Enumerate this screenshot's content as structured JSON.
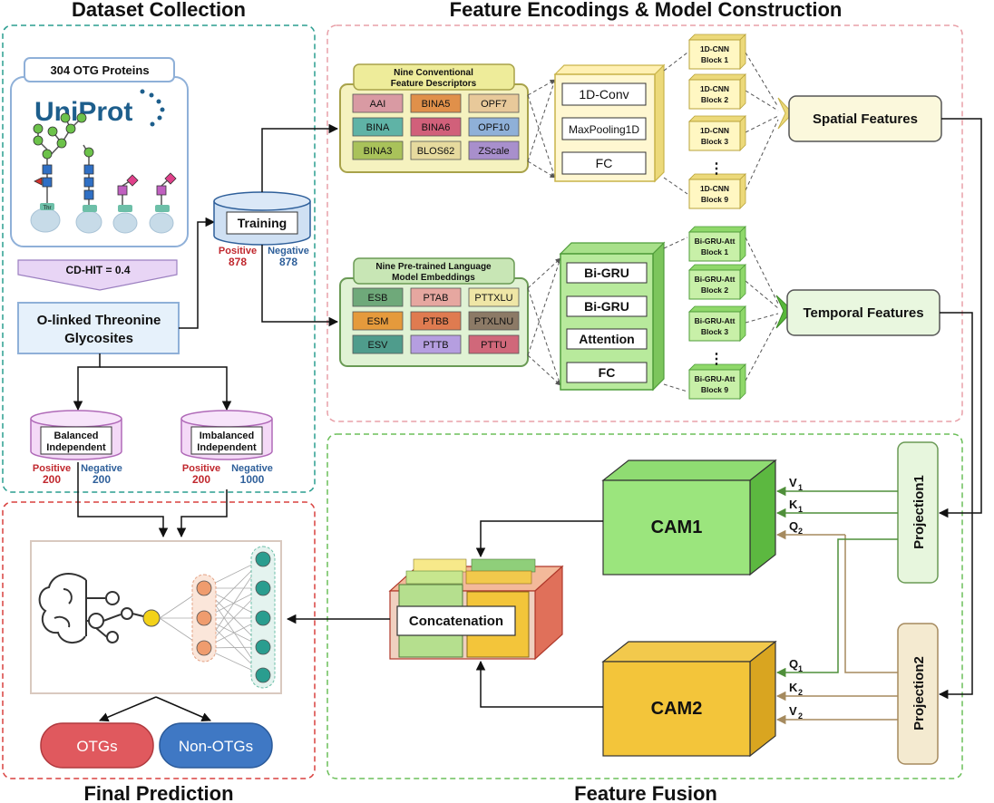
{
  "sections": {
    "dataset": "Dataset Collection",
    "encoding": "Feature Encodings & Model Construction",
    "prediction": "Final Prediction",
    "fusion": "Feature Fusion"
  },
  "dataset": {
    "proteins_label": "304 OTG Proteins",
    "uniprot_logo": "UniProt",
    "thr_label": "Thr",
    "cdhit_label": "CD-HIT = 0.4",
    "glycosites_line1": "O-linked Threonine",
    "glycosites_line2": "Glycosites"
  },
  "training": {
    "label": "Training",
    "positive_label": "Positive",
    "positive_count": "878",
    "negative_label": "Negative",
    "negative_count": "878"
  },
  "balanced": {
    "line1": "Balanced",
    "line2": "Independent",
    "positive_label": "Positive",
    "positive_count": "200",
    "negative_label": "Negative",
    "negative_count": "200"
  },
  "imbalanced": {
    "line1": "Imbalanced",
    "line2": "Independent",
    "positive_label": "Positive",
    "positive_count": "200",
    "negative_label": "Negative",
    "negative_count": "1000"
  },
  "conventional": {
    "title_line1": "Nine Conventional",
    "title_line2": "Feature Descriptors",
    "items": [
      {
        "label": "AAI",
        "color": "#d99aa3"
      },
      {
        "label": "BINA5",
        "color": "#e0904a"
      },
      {
        "label": "OPF7",
        "color": "#e8c99a"
      },
      {
        "label": "BINA",
        "color": "#5fb3a6"
      },
      {
        "label": "BINA6",
        "color": "#d1607a"
      },
      {
        "label": "OPF10",
        "color": "#8fb0d8"
      },
      {
        "label": "BINA3",
        "color": "#a9c25a"
      },
      {
        "label": "BLOS62",
        "color": "#e6da9e"
      },
      {
        "label": "ZScale",
        "color": "#a88fcc"
      }
    ]
  },
  "cnn": {
    "layers": [
      "1D-Conv",
      "MaxPooling1D",
      "FC"
    ],
    "blocks": [
      {
        "line1": "1D-CNN",
        "line2": "Block 1"
      },
      {
        "line1": "1D-CNN",
        "line2": "Block 2"
      },
      {
        "line1": "1D-CNN",
        "line2": "Block 3"
      },
      {
        "line1": "1D-CNN",
        "line2": "Block 9"
      }
    ],
    "output": "Spatial Features"
  },
  "language": {
    "title_line1": "Nine Pre-trained Language",
    "title_line2": "Model Embeddings",
    "items": [
      {
        "label": "ESB",
        "color": "#6fa97a"
      },
      {
        "label": "PTAB",
        "color": "#e6a7a0"
      },
      {
        "label": "PTTXLU",
        "color": "#efe6a6"
      },
      {
        "label": "ESM",
        "color": "#e59a3c"
      },
      {
        "label": "PTBB",
        "color": "#df7b50"
      },
      {
        "label": "PTXLNU",
        "color": "#8c7a66"
      },
      {
        "label": "ESV",
        "color": "#4f9c8c"
      },
      {
        "label": "PTTB",
        "color": "#b59ee0"
      },
      {
        "label": "PTTU",
        "color": "#d0687a"
      }
    ]
  },
  "gru": {
    "layers": [
      "Bi-GRU",
      "Bi-GRU",
      "Attention",
      "FC"
    ],
    "blocks": [
      {
        "line1": "Bi-GRU-Att",
        "line2": "Block 1"
      },
      {
        "line1": "Bi-GRU-Att",
        "line2": "Block 2"
      },
      {
        "line1": "Bi-GRU-Att",
        "line2": "Block 3"
      },
      {
        "line1": "Bi-GRU-Att",
        "line2": "Block 9"
      }
    ],
    "output": "Temporal Features"
  },
  "ellipsis": "⋮",
  "fusion": {
    "cam1": "CAM1",
    "cam2": "CAM2",
    "projection1": "Projection1",
    "projection2": "Projection2",
    "concat": "Concatenation",
    "cam1_inputs": [
      {
        "base": "V",
        "sub": "1"
      },
      {
        "base": "K",
        "sub": "1"
      },
      {
        "base": "Q",
        "sub": "2"
      }
    ],
    "cam2_inputs": [
      {
        "base": "Q",
        "sub": "1"
      },
      {
        "base": "K",
        "sub": "2"
      },
      {
        "base": "V",
        "sub": "2"
      }
    ]
  },
  "prediction": {
    "otg": "OTGs",
    "non_otg": "Non-OTGs"
  },
  "colors": {
    "positive": "#c0272d",
    "negative": "#2e5f9a",
    "teal_border": "#2a9d8f",
    "pink_border": "#e8a0a8",
    "green_border": "#6cbf5a",
    "red_border": "#d9413f"
  }
}
